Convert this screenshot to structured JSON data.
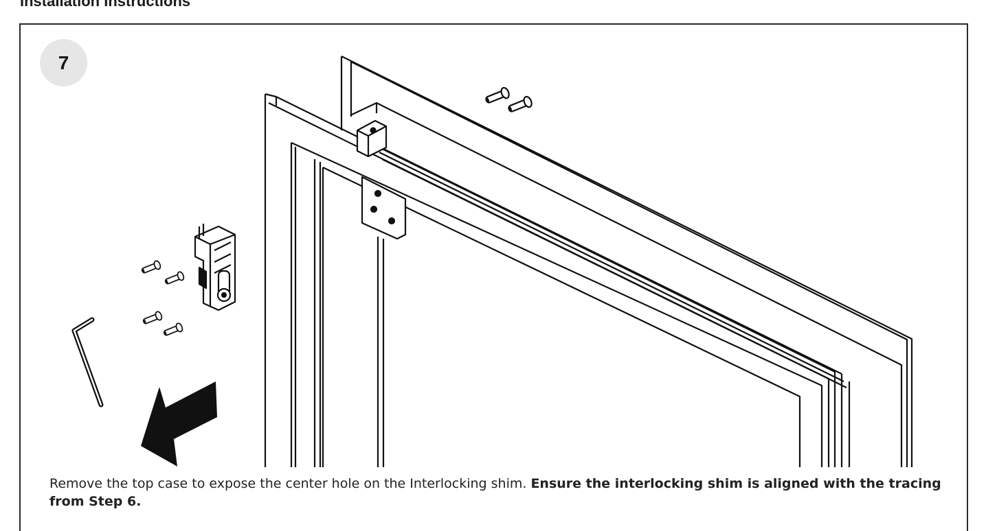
{
  "header": {
    "title": "Installation Instructions"
  },
  "step": {
    "number": "7"
  },
  "caption": {
    "normal": "Remove the top case to expose the center hole on the Interlocking shim. ",
    "bold": "Ensure the interlocking shim is aligned with the tracing from  Step 6."
  },
  "icons": [
    "screw-icon",
    "bracket-icon",
    "hex-key-icon",
    "direction-arrow-icon"
  ]
}
